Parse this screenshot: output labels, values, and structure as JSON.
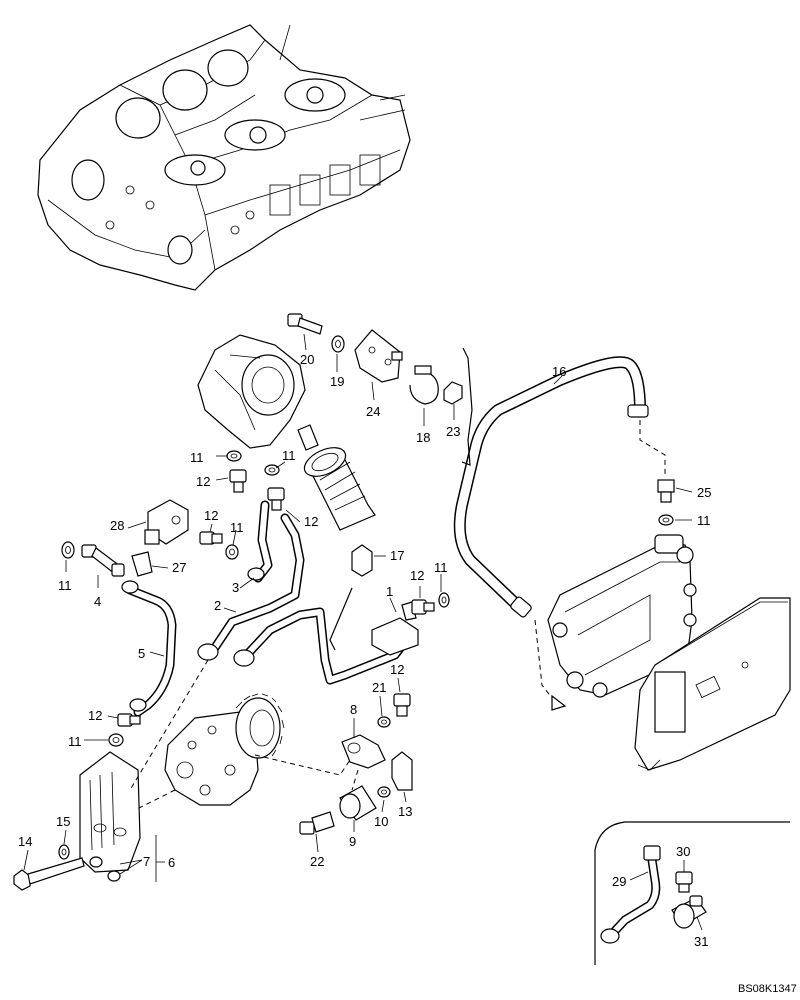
{
  "drawing_code": "BS08K1347",
  "callouts": {
    "c1": "1",
    "c2": "2",
    "c3": "3",
    "c4": "4",
    "c5": "5",
    "c6": "6",
    "c7": "7",
    "c8": "8",
    "c9": "9",
    "c10": "10",
    "c11a": "11",
    "c11b": "11",
    "c11c": "11",
    "c11d": "11",
    "c11e": "11",
    "c11f": "11",
    "c11g": "11",
    "c12a": "12",
    "c12b": "12",
    "c12c": "12",
    "c12d": "12",
    "c12e": "12",
    "c12f": "12",
    "c13": "13",
    "c14": "14",
    "c15": "15",
    "c16": "16",
    "c17": "17",
    "c18": "18",
    "c19": "19",
    "c20": "20",
    "c21": "21",
    "c22": "22",
    "c23": "23",
    "c24": "24",
    "c25": "25",
    "c27": "27",
    "c28": "28",
    "c29": "29",
    "c30": "30",
    "c31": "31"
  }
}
